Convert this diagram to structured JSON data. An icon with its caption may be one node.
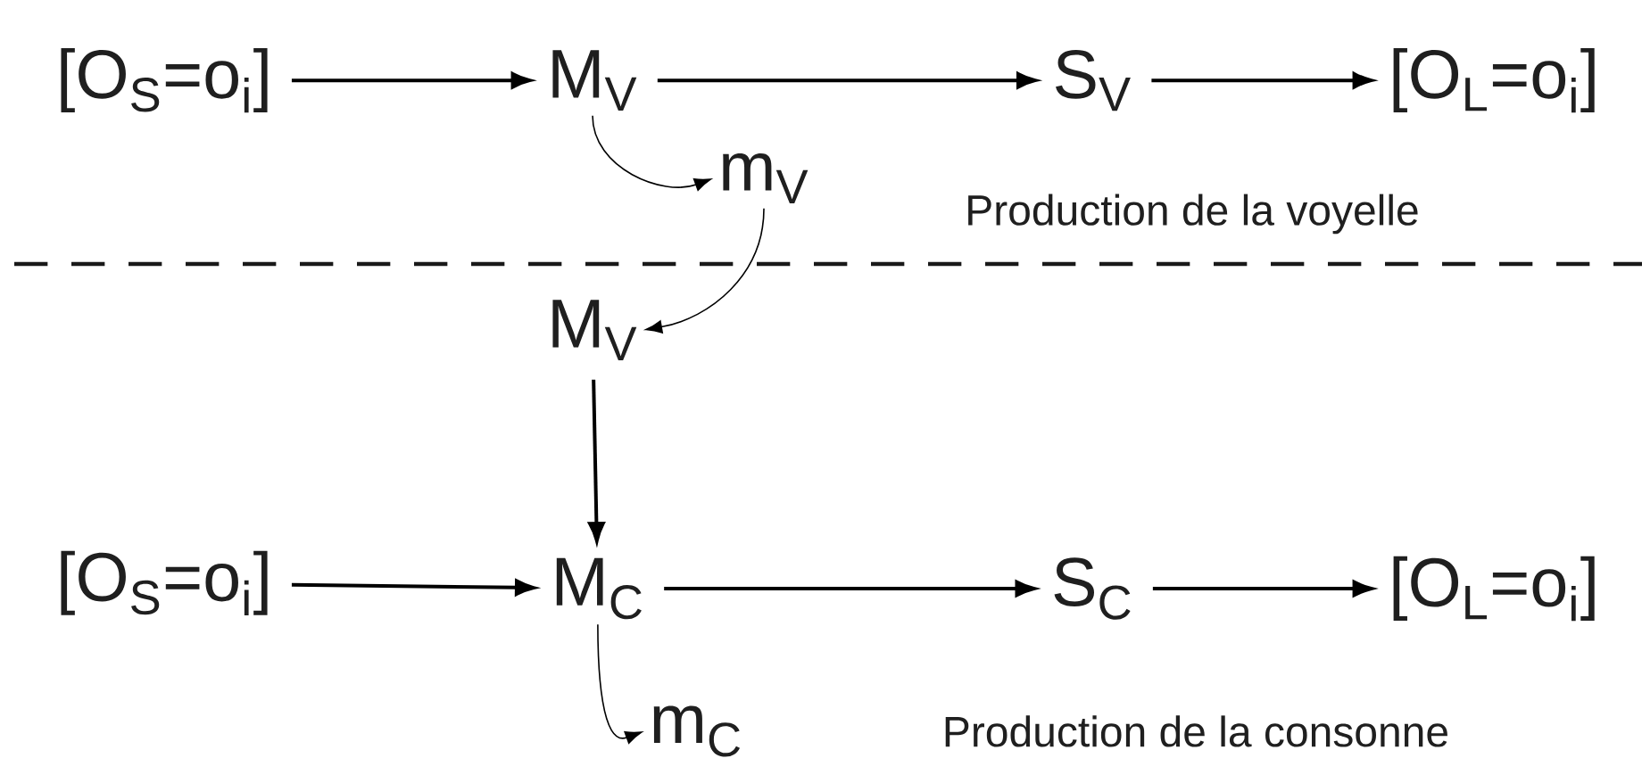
{
  "diagram": {
    "nodes": [
      {
        "text": [
          "[O$_{S}$=o$_{i}$]"
        ]
      },
      {
        "text": [
          "M$_{V}$"
        ]
      },
      {
        "text": [
          "S$_{V}$"
        ]
      },
      {
        "text": [
          "[O$_{L}$=o$_{i}$]"
        ]
      },
      {
        "text": [
          "m$_{V}$"
        ]
      },
      {
        "text": [
          "M$_{V}$"
        ]
      },
      {
        "text": [
          "[O$_{S}$=o$_{i}$]"
        ]
      },
      {
        "text": [
          "M$_{C}$"
        ]
      },
      {
        "text": [
          "S$_{C}$"
        ]
      },
      {
        "text": [
          "[O$_{L}$=o$_{i}$]"
        ]
      },
      {
        "text": [
          "m$_{C}$"
        ]
      }
    ],
    "edges": [
      {
        "from": 0,
        "to": 1,
        "arrow": "to"
      },
      {
        "from": 1,
        "to": 2,
        "arrow": "to"
      },
      {
        "from": 2,
        "to": 3,
        "arrow": "to"
      },
      {
        "from": 1,
        "to": 4,
        "arrow": "to"
      },
      {
        "from": 4,
        "to": 5,
        "arrow": "to"
      },
      {
        "from": 5,
        "to": 7,
        "arrow": "to"
      },
      {
        "from": 6,
        "to": 7,
        "arrow": "to"
      },
      {
        "from": 7,
        "to": 8,
        "arrow": "to"
      },
      {
        "from": 8,
        "to": 9,
        "arrow": "to"
      },
      {
        "from": 7,
        "to": 10,
        "arrow": "to"
      }
    ],
    "labels": [
      "Production de la voyelle",
      "Production de la consonne"
    ]
  }
}
